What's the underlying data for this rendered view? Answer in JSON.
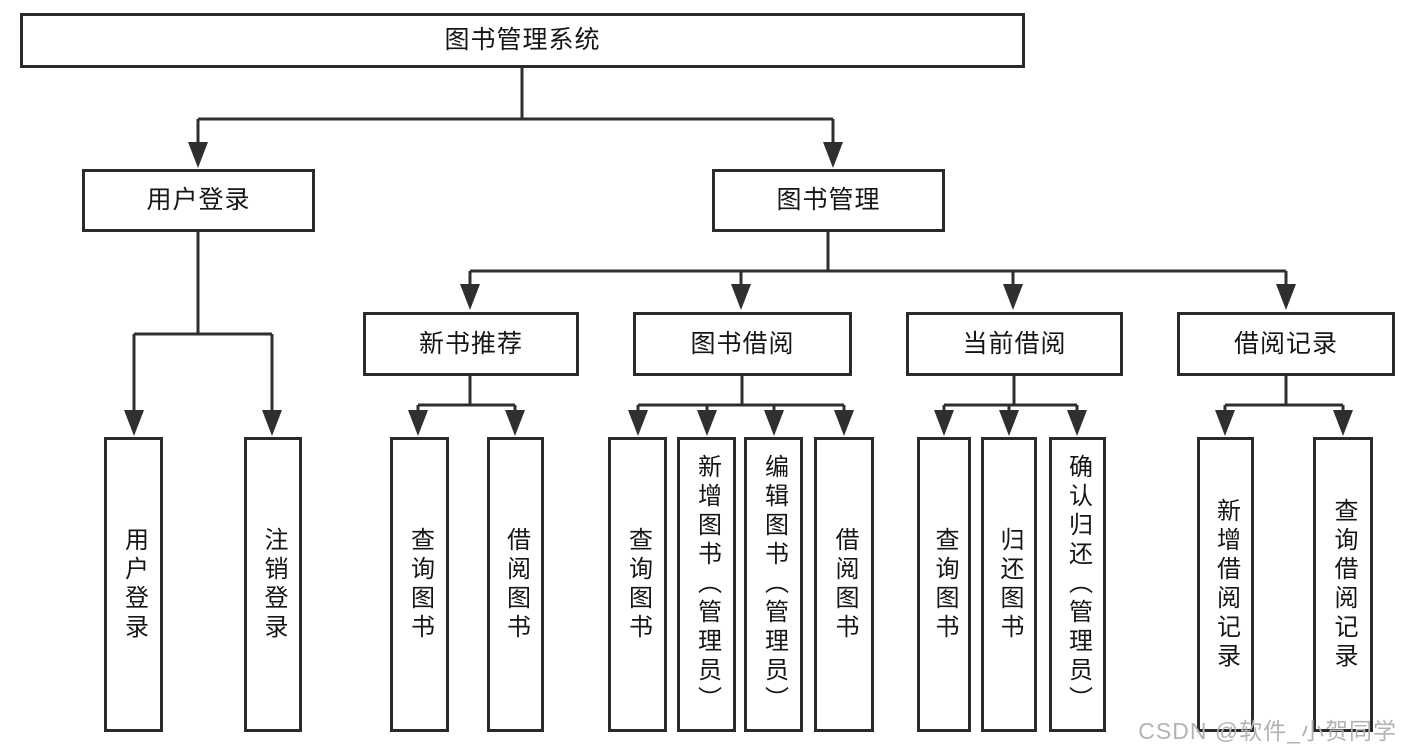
{
  "diagram": {
    "root": "图书管理系统",
    "branches": {
      "user_login": {
        "label": "用户登录",
        "children": [
          "用户登录",
          "注销登录"
        ]
      },
      "book_mgmt": {
        "label": "图书管理",
        "sub": {
          "new_books": {
            "label": "新书推荐",
            "children": [
              "查询图书",
              "借阅图书"
            ]
          },
          "book_borrow": {
            "label": "图书借阅",
            "children": [
              "查询图书",
              "新增图书（管理员）",
              "编辑图书（管理员）",
              "借阅图书"
            ]
          },
          "current_borrow": {
            "label": "当前借阅",
            "children": [
              "查询图书",
              "归还图书",
              "确认归还（管理员）"
            ]
          },
          "borrow_records": {
            "label": "借阅记录",
            "children": [
              "新增借阅记录",
              "查询借阅记录"
            ]
          }
        }
      }
    }
  },
  "watermark": "CSDN @软件_小贺同学",
  "colors": {
    "line": "#2f2f2f",
    "border": "#2a2a2a",
    "text": "#161616",
    "watermark": "#b3b3b3",
    "background": "#ffffff"
  }
}
